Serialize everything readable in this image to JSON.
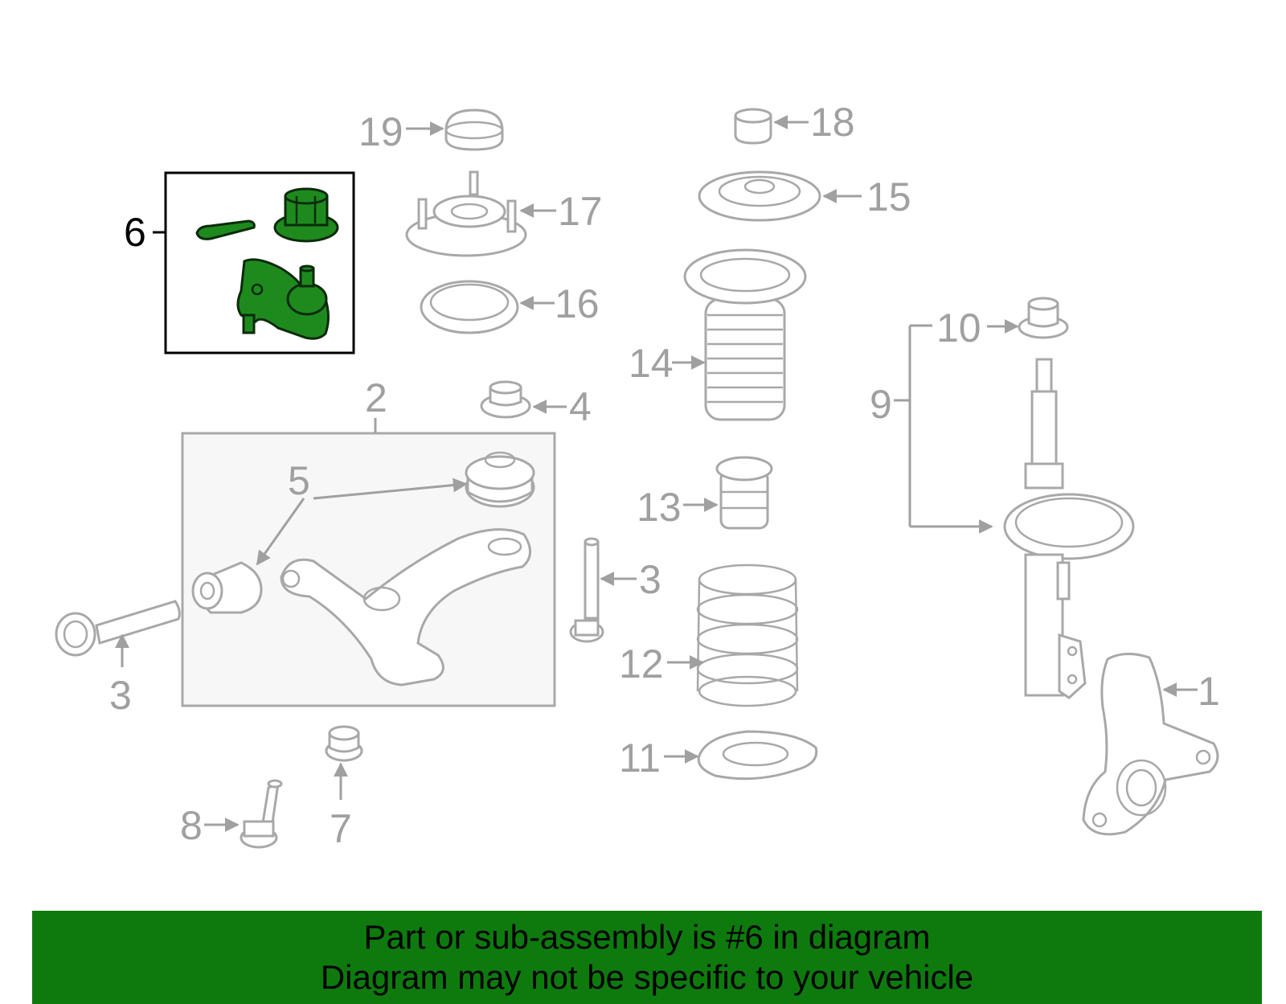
{
  "callouts": {
    "c1": "1",
    "c2": "2",
    "c3a": "3",
    "c3b": "3",
    "c4": "4",
    "c5": "5",
    "c6": "6",
    "c7": "7",
    "c8": "8",
    "c9": "9",
    "c10": "10",
    "c11": "11",
    "c12": "12",
    "c13": "13",
    "c14": "14",
    "c15": "15",
    "c16": "16",
    "c17": "17",
    "c18": "18",
    "c19": "19"
  },
  "highlighted_callout": "6",
  "colors": {
    "highlight": "#1e8a1e",
    "banner": "#0e7a0e",
    "parts": "#a8a8a8"
  },
  "banner": {
    "line1": "Part or sub-assembly is #6 in diagram",
    "line2": "Diagram may not be specific to your vehicle"
  }
}
